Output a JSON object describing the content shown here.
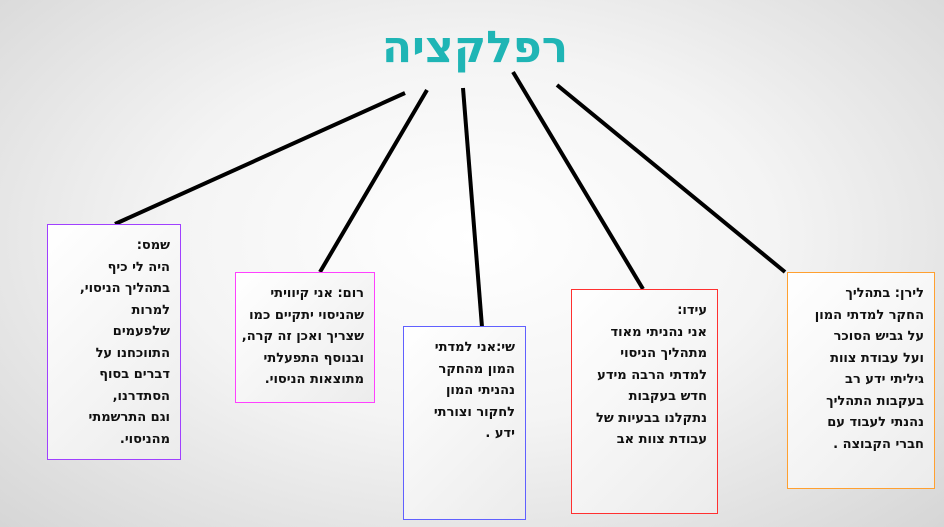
{
  "title": "רפלקציה",
  "colors": {
    "title": "#1fb5b5",
    "connector": "#000000"
  },
  "boxes": [
    {
      "name": "shams",
      "border": "#a040ff",
      "lines": [
        "שמס:",
        "היה לי כיף",
        "בתהליך הניסוי,",
        "למרות",
        "שלפעמים",
        "התווכחנו על",
        "דברים בסוף",
        "הסתדרנו,",
        "וגם התרשמתי",
        "מהניסוי."
      ]
    },
    {
      "name": "rom",
      "border": "#ff40ff",
      "lines": [
        "רום: אני קיוויתי",
        "שהניסוי יתקיים כמו",
        "שצריך ואכן זה קרה,",
        "ובנוסף התפעלתי",
        "מתוצאות הניסוי."
      ]
    },
    {
      "name": "shai",
      "border": "#6060ff",
      "lines": [
        "שי:אני למדתי",
        "המון מהחקר",
        "נהניתי המון",
        "לחקור וצורתי",
        "ידע ."
      ]
    },
    {
      "name": "ido",
      "border": "#ff3030",
      "lines": [
        "עידו:",
        "אני נהניתי מאוד",
        "מתהליך הניסוי",
        "למדתי הרבה מידע",
        "חדש בעקבות",
        "נתקלנו בבעיות של",
        "עבודת צוות אב"
      ]
    },
    {
      "name": "liran",
      "border": "#ffa030",
      "lines": [
        "לירן: בתהליך",
        "החקר למדתי המון",
        "על גביש הסוכר",
        "ועל עבודת צוות",
        "גיליתי ידע רב",
        "בעקבות התהליך",
        "נהנתי לעבוד עם",
        "חברי הקבוצה ."
      ]
    }
  ]
}
